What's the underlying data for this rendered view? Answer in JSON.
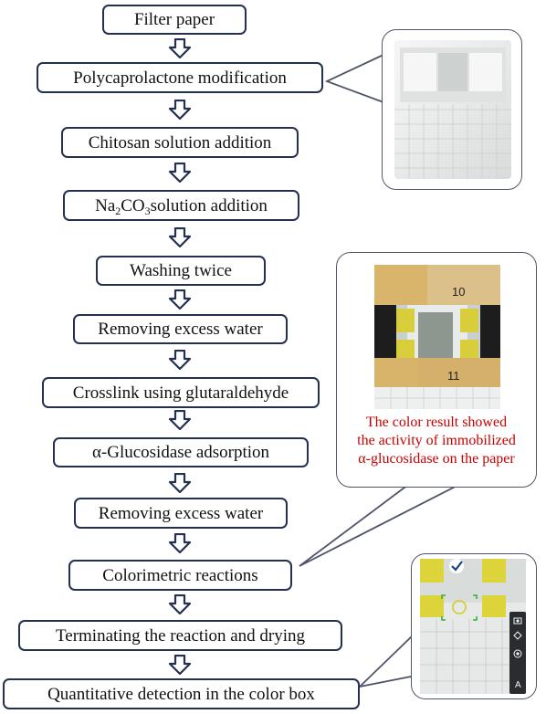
{
  "steps": [
    {
      "pre": "Filter paper"
    },
    {
      "pre": "Polycaprolactone modification"
    },
    {
      "pre": "Chitosan solution addition"
    },
    {
      "pre": "Na",
      "sub1": "2",
      "mid": "CO",
      "sub2": "3",
      "post": " solution addition"
    },
    {
      "pre": "Washing twice"
    },
    {
      "pre": "Removing excess water"
    },
    {
      "pre": "Crosslink using glutaraldehyde"
    },
    {
      "pre": "α-Glucosidase adsorption"
    },
    {
      "pre": "Removing excess water"
    },
    {
      "pre": "Colorimetric reactions"
    },
    {
      "pre": "Terminating the reaction and drying"
    },
    {
      "pre": "Quantitative detection in the color box"
    }
  ],
  "callout": {
    "caption": [
      "The color result showed",
      "the activity of immobilized",
      "α-glucosidase on the paper"
    ]
  },
  "photo_labels": {
    "top_clip": "10",
    "bottom_clip": "11"
  },
  "colors": {
    "box_border": "#24304f",
    "caption": "#c70000",
    "callout_border": "#4e5566",
    "yellow_pad": "#d8cd3a"
  },
  "icons": {
    "check": "check-icon",
    "camera": "camera-icon",
    "eraser": "eraser-icon",
    "target": "target-icon"
  }
}
